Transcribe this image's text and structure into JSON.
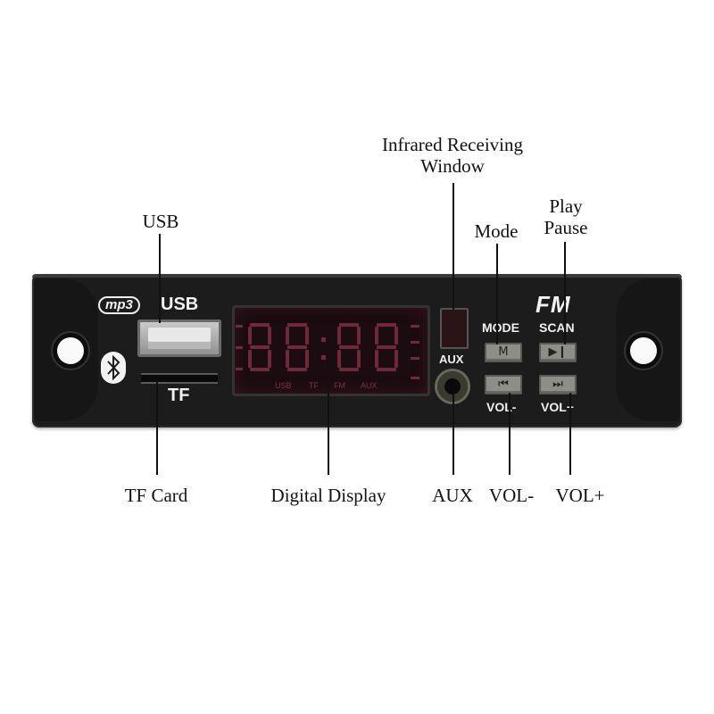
{
  "callouts": {
    "infrared": "Infrared Receiving\nWindow",
    "usb": "USB",
    "mode": "Mode",
    "play_pause": "Play\nPause",
    "tf_card": "TF Card",
    "digital_display": "Digital Display",
    "aux": "AUX",
    "vol_minus": "VOL-",
    "vol_plus": "VOL+"
  },
  "panel": {
    "logo_text": "mp3",
    "usb_text": "USB",
    "tf_text": "TF",
    "brand_text": "FM",
    "aux_text": "AUX",
    "mode_text": "MODE",
    "scan_text": "SCAN",
    "volminus_text": "VOL-",
    "volplus_text": "VOL+",
    "display_modes": [
      "USB",
      "TF",
      "FM",
      "AUX"
    ]
  },
  "buttons": {
    "mode_glyph": "M",
    "playpause_glyph": "▶❙",
    "prev_glyph": "⏮",
    "next_glyph": "⏭"
  },
  "colors": {
    "panel": "#1c1c1c",
    "display_glow": "#8a3448"
  }
}
